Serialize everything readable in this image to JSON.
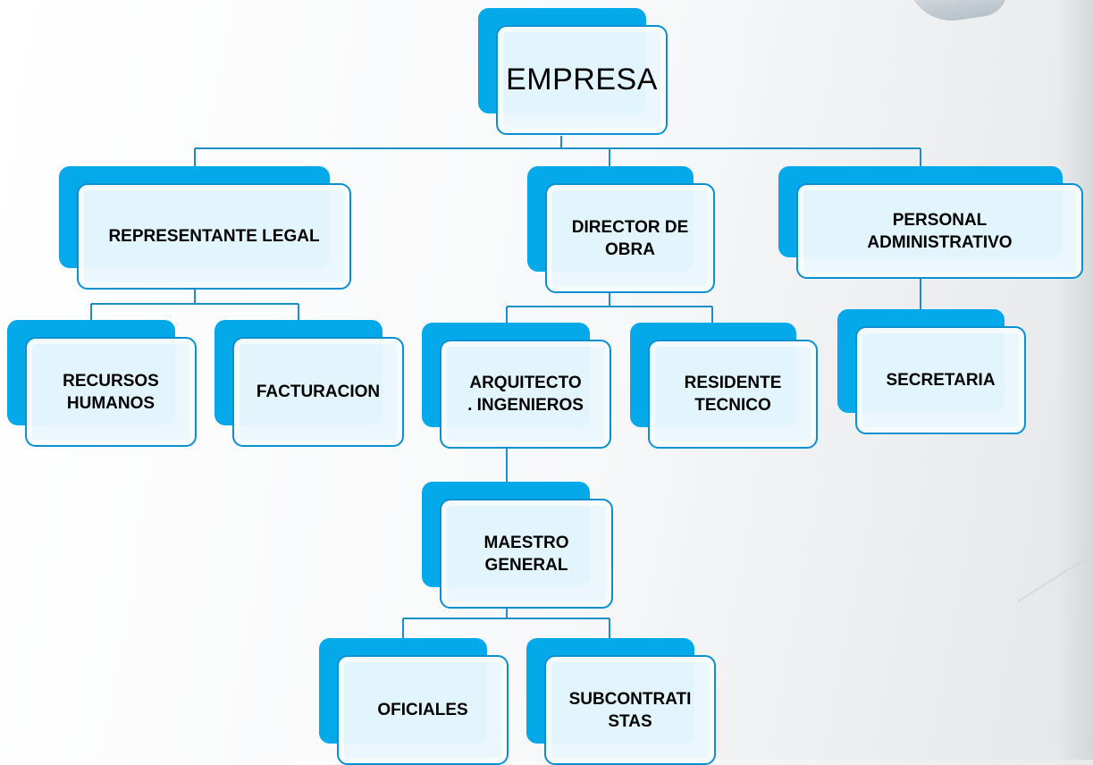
{
  "nodes": {
    "empresa": "EMPRESA",
    "representante_legal": "REPRESENTANTE LEGAL",
    "director_de_obra": "DIRECTOR DE\nOBRA",
    "personal_administrativo": "PERSONAL\nADMINISTRATIVO",
    "recursos_humanos": "RECURSOS\nHUMANOS",
    "facturacion": "FACTURACION",
    "arquitecto_ingenieros": "ARQUITECTO\n. INGENIEROS",
    "residente_tecnico": "RESIDENTE\nTECNICO",
    "secretaria": "SECRETARIA",
    "maestro_general": "MAESTRO\nGENERAL",
    "oficiales": "OFICIALES",
    "subcontratistas": "SUBCONTRATI\nSTAS"
  },
  "colors": {
    "accent": "#03a9e8",
    "border": "#0a8fd0",
    "box_fill": "#ebf7fd",
    "connector": "#1b8fc6"
  }
}
